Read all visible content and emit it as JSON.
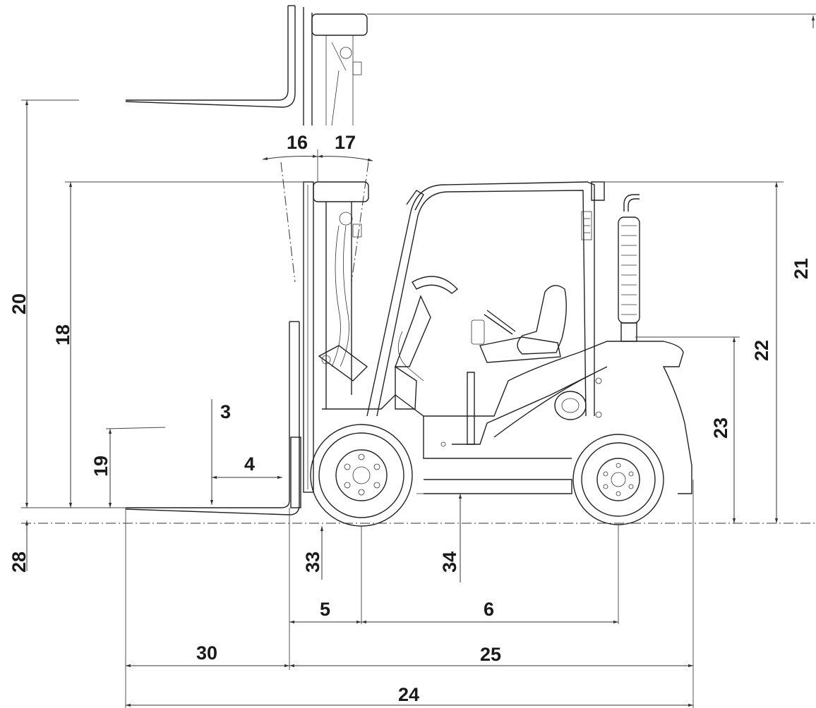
{
  "colors": {
    "line": "#222222",
    "label": "#1a1a1a",
    "background": "#ffffff"
  },
  "labels": {
    "l3": "3",
    "l4": "4",
    "l5": "5",
    "l6": "6",
    "l16": "16",
    "l17": "17",
    "l18": "18",
    "l19": "19",
    "l20": "20",
    "l21": "21",
    "l22": "22",
    "l23": "23",
    "l24": "24",
    "l25": "25",
    "l28": "28",
    "l30": "30",
    "l33": "33",
    "l34": "34"
  }
}
